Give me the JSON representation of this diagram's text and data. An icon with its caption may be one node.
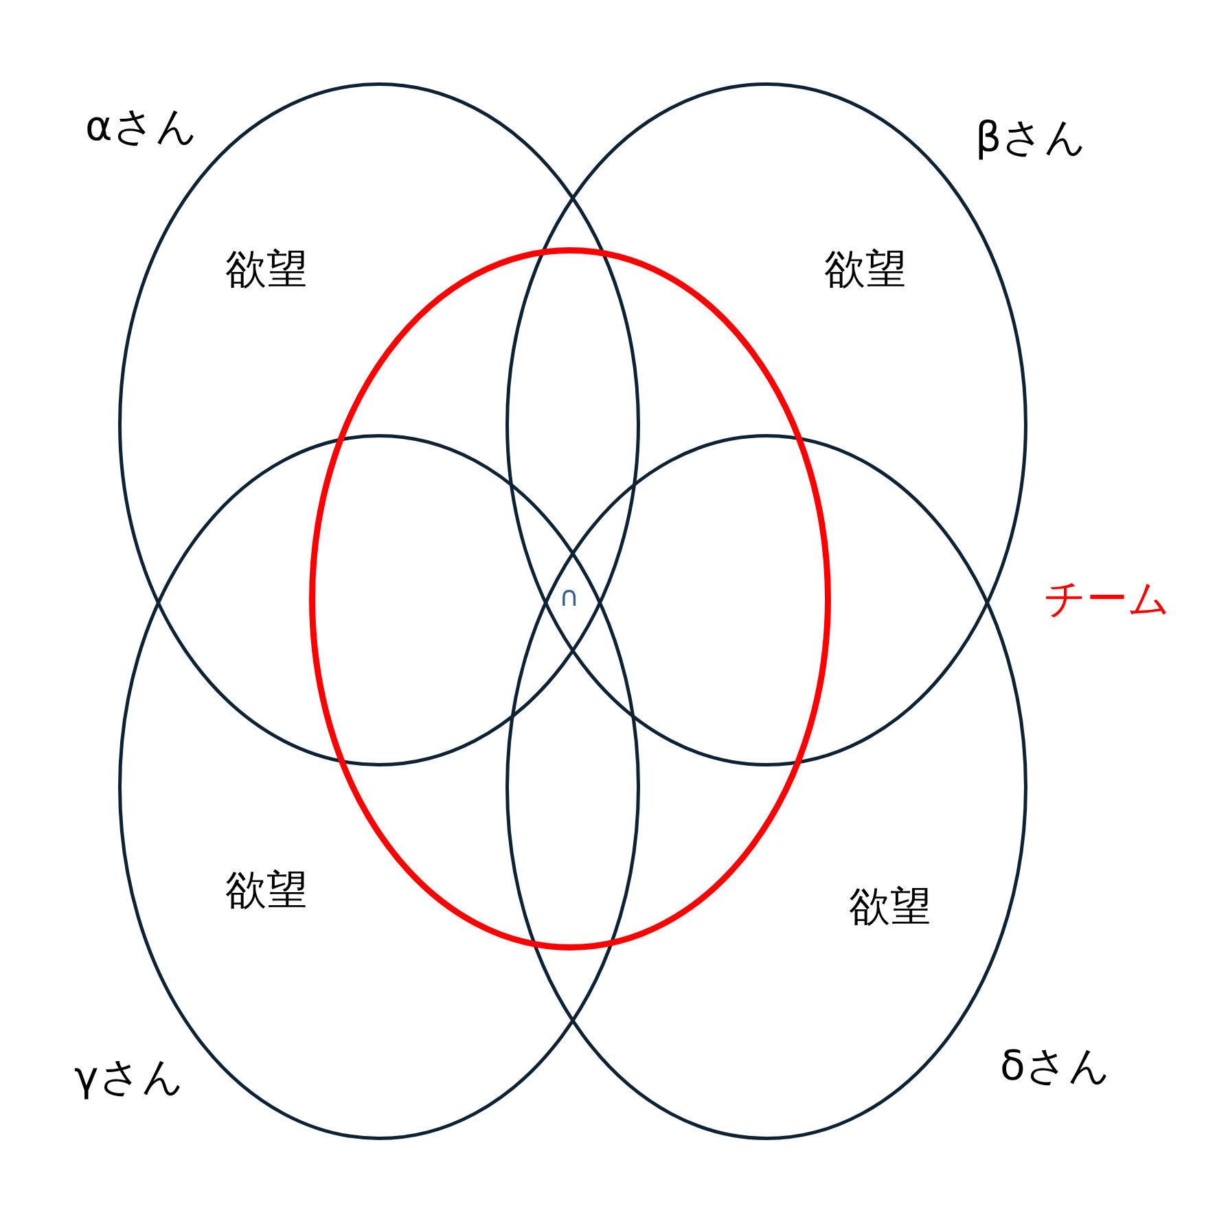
{
  "diagram": {
    "nodes": [
      {
        "text": [
          "αさん",
          "欲望"
        ]
      },
      {
        "text": [
          "βさん",
          "欲望"
        ]
      },
      {
        "text": [
          "γさん",
          "欲望"
        ]
      },
      {
        "text": [
          "δさん",
          "欲望"
        ]
      },
      {
        "text": [],
        "shape": "circle"
      }
    ],
    "edges": [],
    "labels": [
      "∩",
      "チーム"
    ]
  }
}
